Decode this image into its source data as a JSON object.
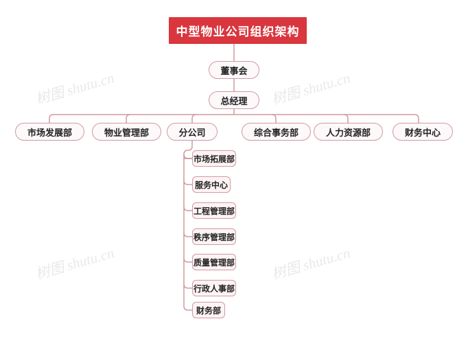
{
  "chart_data": {
    "type": "diagram",
    "title": "中型物业公司组织架构",
    "layout": "org-chart-tree",
    "nodes": {
      "title": "中型物业公司组织架构",
      "level2": [
        {
          "label": "董事会"
        },
        {
          "label": "总经理"
        }
      ],
      "level3": [
        {
          "label": "市场发展部"
        },
        {
          "label": "物业管理部"
        },
        {
          "label": "分公司"
        },
        {
          "label": "综合事务部"
        },
        {
          "label": "人力资源部"
        },
        {
          "label": "财务中心"
        }
      ],
      "branch_children": [
        {
          "label": "市场拓展部"
        },
        {
          "label": "服务中心"
        },
        {
          "label": "工程管理部"
        },
        {
          "label": "秩序管理部"
        },
        {
          "label": "质量管理部"
        },
        {
          "label": "行政人事部"
        },
        {
          "label": "财务部"
        }
      ]
    },
    "colors": {
      "title_fill": "#d9363e",
      "title_text": "#ffffff",
      "node_fill": "#fdf8f9",
      "subnode_fill": "#fdf3f5",
      "node_border": "#cf9aa0",
      "connector": "#cf9aa0",
      "text": "#222222",
      "watermark": "#e9e9ec",
      "background": "#ffffff"
    }
  },
  "watermark": {
    "text": "树图 shutu.cn"
  }
}
